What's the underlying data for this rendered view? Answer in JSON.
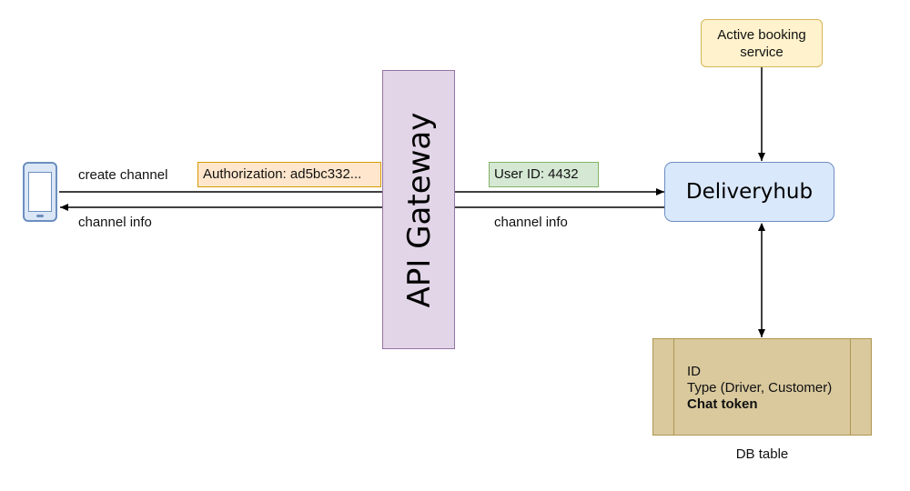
{
  "client": {
    "icon": "smartphone-icon"
  },
  "edges": {
    "create_channel": "create channel",
    "channel_info_left": "channel info",
    "channel_info_right": "channel info"
  },
  "tags": {
    "authorization": "Authorization: ad5bc332...",
    "user_id": "User ID: 4432"
  },
  "gateway": {
    "label": "API Gateway"
  },
  "service": {
    "label": "Active booking service"
  },
  "hub": {
    "label": "Deliveryhub"
  },
  "db": {
    "lines": [
      "ID",
      "Type (Driver, Customer)",
      "Chat token"
    ],
    "caption": "DB table"
  },
  "colors": {
    "gateway_fill": "#e1d5e7",
    "hub_fill": "#dae8fc",
    "service_fill": "#fff2cc",
    "auth_tag_fill": "#ffe6cc",
    "user_tag_fill": "#d5e8d4",
    "db_fill": "#d9c99d"
  }
}
